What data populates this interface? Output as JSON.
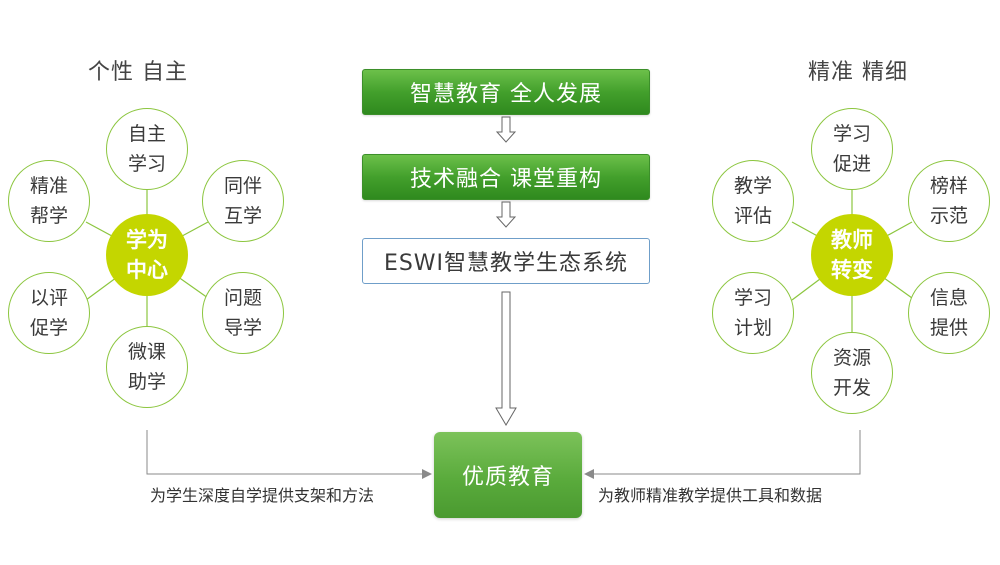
{
  "left": {
    "heading": "个性  自主",
    "center": [
      "学为",
      "中心"
    ],
    "petals": [
      [
        "自主",
        "学习"
      ],
      [
        "同伴",
        "互学"
      ],
      [
        "问题",
        "导学"
      ],
      [
        "微课",
        "助学"
      ],
      [
        "以评",
        "促学"
      ],
      [
        "精准",
        "帮学"
      ]
    ],
    "caption": "为学生深度自学提供支架和方法"
  },
  "right": {
    "heading": "精准  精细",
    "center": [
      "教师",
      "转变"
    ],
    "petals": [
      [
        "学习",
        "促进"
      ],
      [
        "榜样",
        "示范"
      ],
      [
        "信息",
        "提供"
      ],
      [
        "资源",
        "开发"
      ],
      [
        "学习",
        "计划"
      ],
      [
        "教学",
        "评估"
      ]
    ],
    "caption": "为教师精准教学提供工具和数据"
  },
  "flow": {
    "step1": "智慧教育   全人发展",
    "step2": "技术融合  课堂重构",
    "step3": "ESWI智慧教学生态系统",
    "result": "优质教育"
  },
  "colors": {
    "green": "#43a02c",
    "petal_border": "#8cc63f",
    "hub": "#c4d600",
    "outline_box": "#6f9ec9"
  }
}
